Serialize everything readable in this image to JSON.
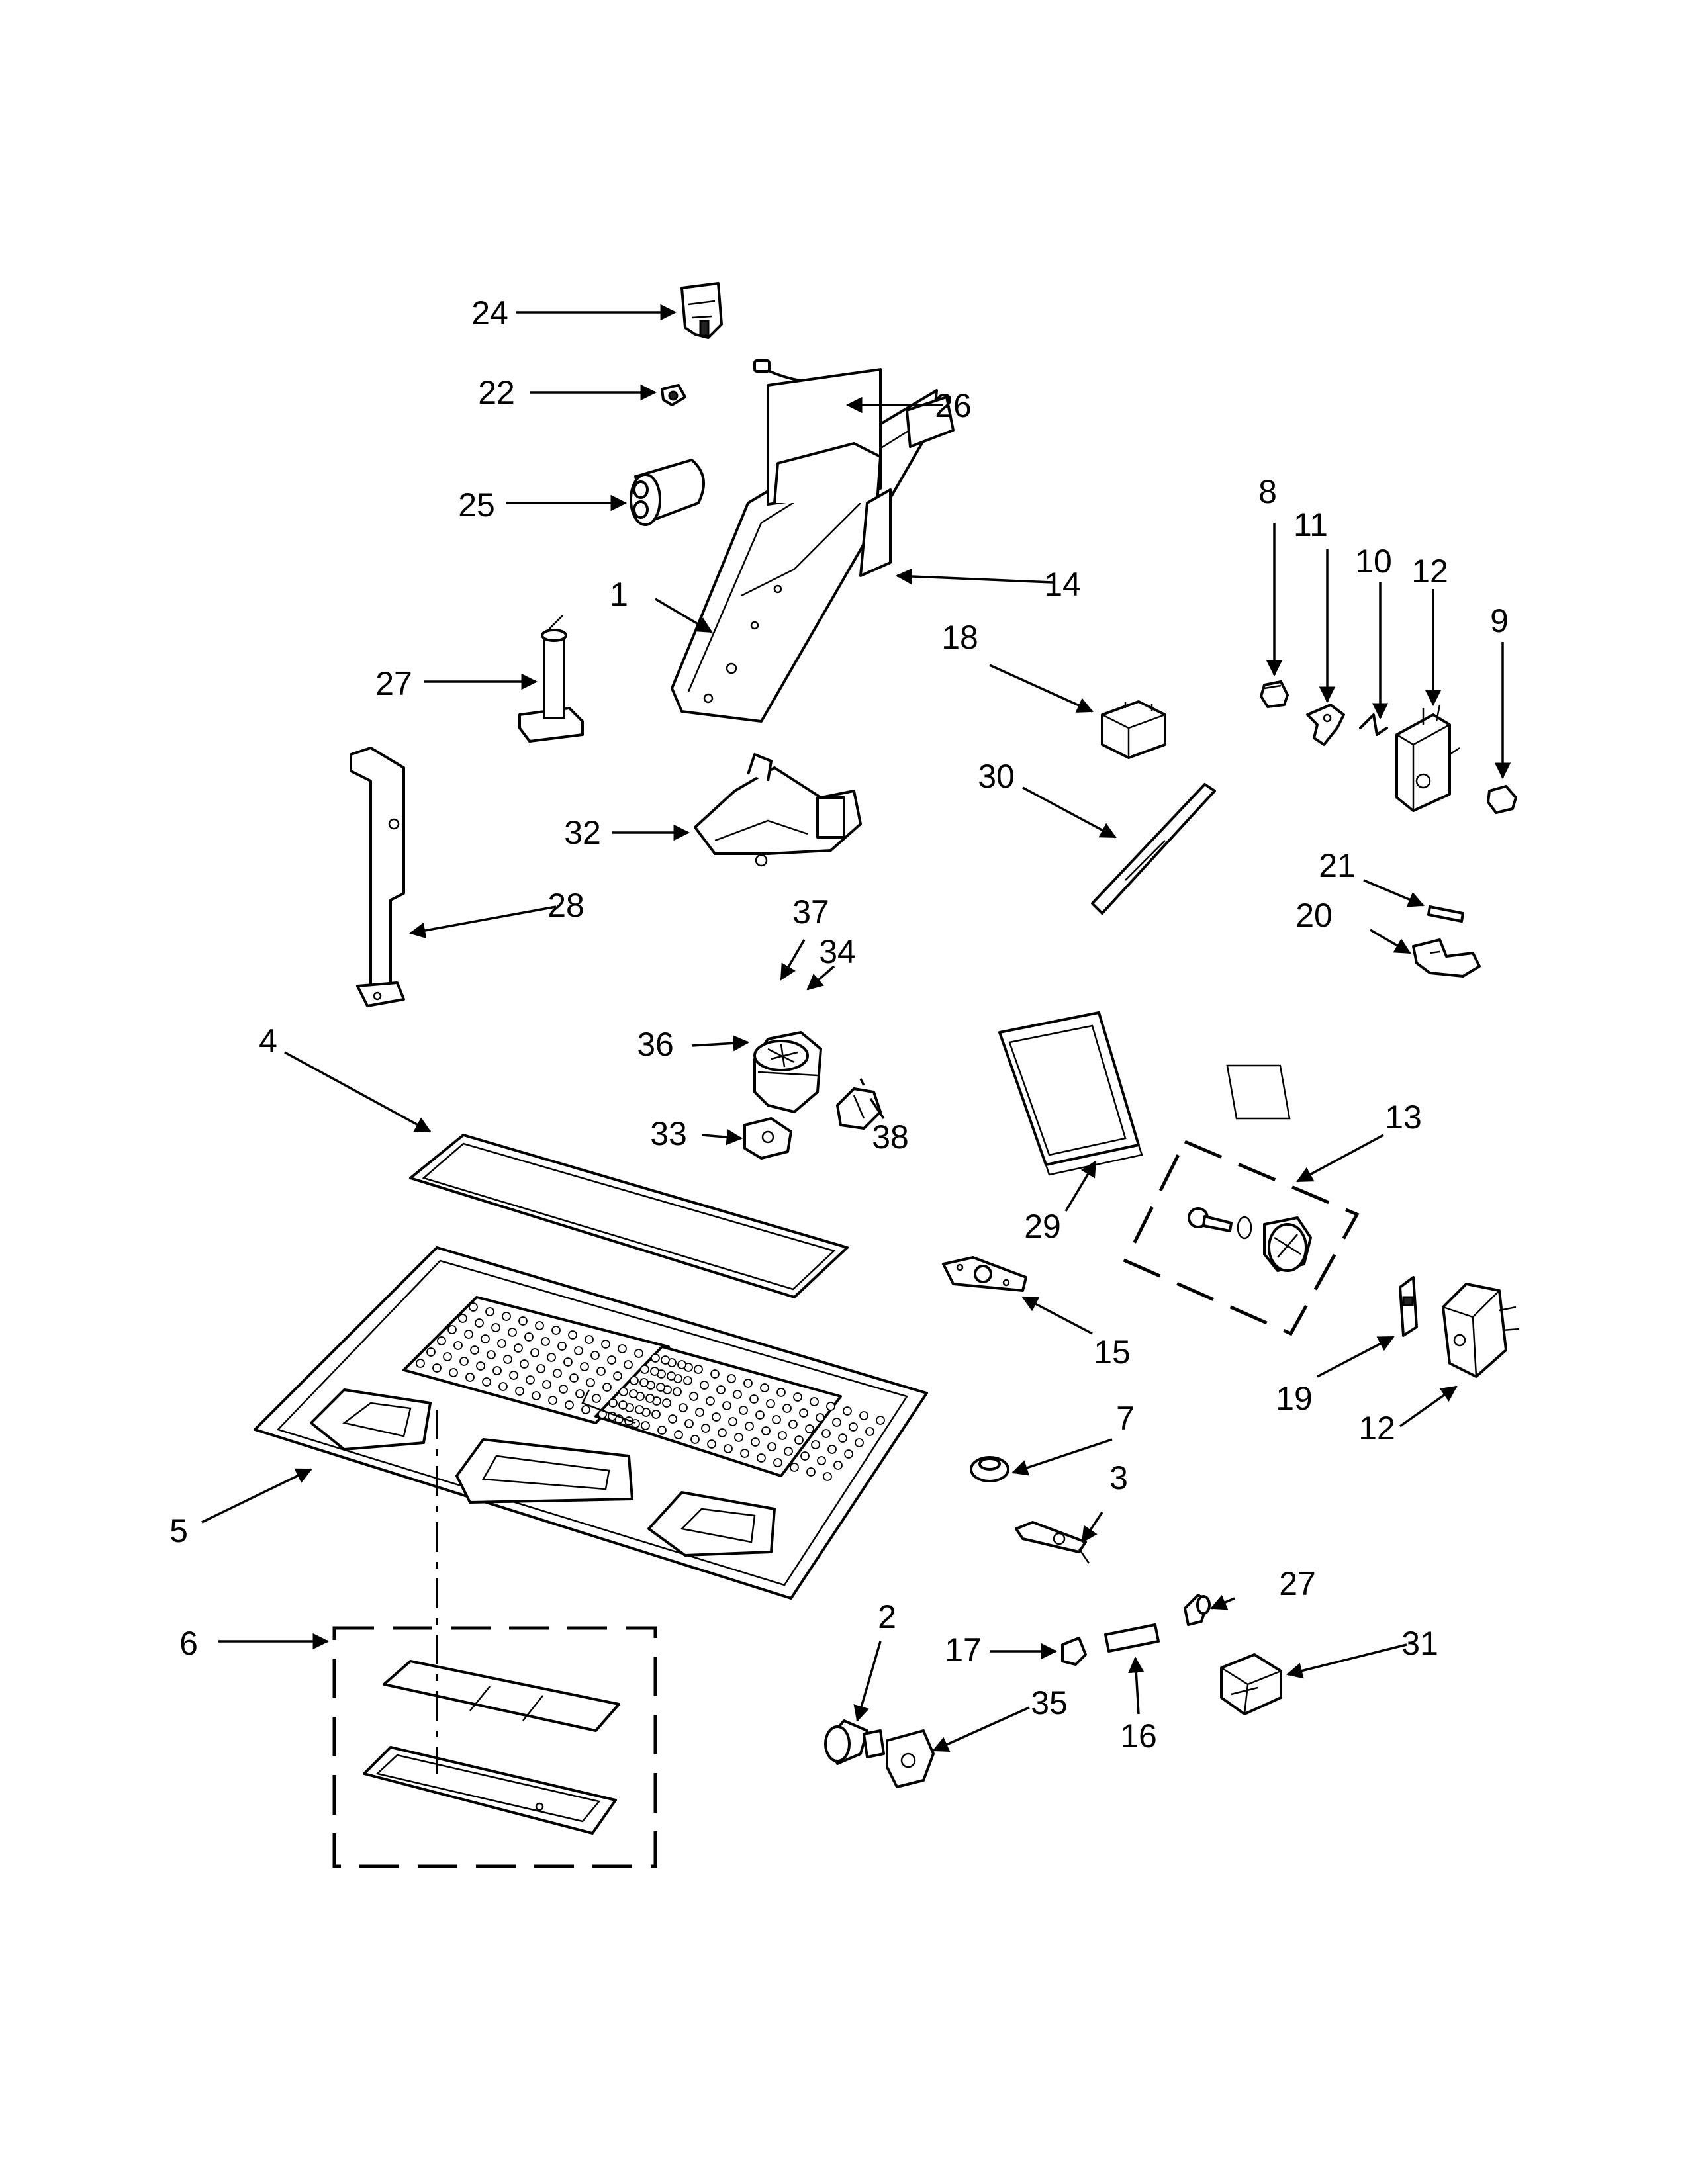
{
  "callouts": [
    {
      "id": "c24a",
      "label": "24"
    },
    {
      "id": "c22",
      "label": "22"
    },
    {
      "id": "c26",
      "label": "26"
    },
    {
      "id": "c25",
      "label": "25"
    },
    {
      "id": "c14",
      "label": "14"
    },
    {
      "id": "c1",
      "label": "1"
    },
    {
      "id": "c27a",
      "label": "27"
    },
    {
      "id": "c18",
      "label": "18"
    },
    {
      "id": "c32",
      "label": "32"
    },
    {
      "id": "c30",
      "label": "30"
    },
    {
      "id": "c28",
      "label": "28"
    },
    {
      "id": "c8",
      "label": "8"
    },
    {
      "id": "c11",
      "label": "11"
    },
    {
      "id": "c10",
      "label": "10"
    },
    {
      "id": "c12a",
      "label": "12"
    },
    {
      "id": "c9",
      "label": "9"
    },
    {
      "id": "c21",
      "label": "21"
    },
    {
      "id": "c20",
      "label": "20"
    },
    {
      "id": "c37",
      "label": "37"
    },
    {
      "id": "c34",
      "label": "34"
    },
    {
      "id": "c36",
      "label": "36"
    },
    {
      "id": "c33",
      "label": "33"
    },
    {
      "id": "c38",
      "label": "38"
    },
    {
      "id": "c4",
      "label": "4"
    },
    {
      "id": "c29",
      "label": "29"
    },
    {
      "id": "c13",
      "label": "13"
    },
    {
      "id": "c15",
      "label": "15"
    },
    {
      "id": "c19",
      "label": "19"
    },
    {
      "id": "c12b",
      "label": "12"
    },
    {
      "id": "c7",
      "label": "7"
    },
    {
      "id": "c5",
      "label": "5"
    },
    {
      "id": "c3",
      "label": "3"
    },
    {
      "id": "c6",
      "label": "6"
    },
    {
      "id": "c2",
      "label": "2"
    },
    {
      "id": "c27b",
      "label": "27"
    },
    {
      "id": "c17",
      "label": "17"
    },
    {
      "id": "c31",
      "label": "31"
    },
    {
      "id": "c35",
      "label": "35"
    },
    {
      "id": "c16",
      "label": "16"
    }
  ]
}
